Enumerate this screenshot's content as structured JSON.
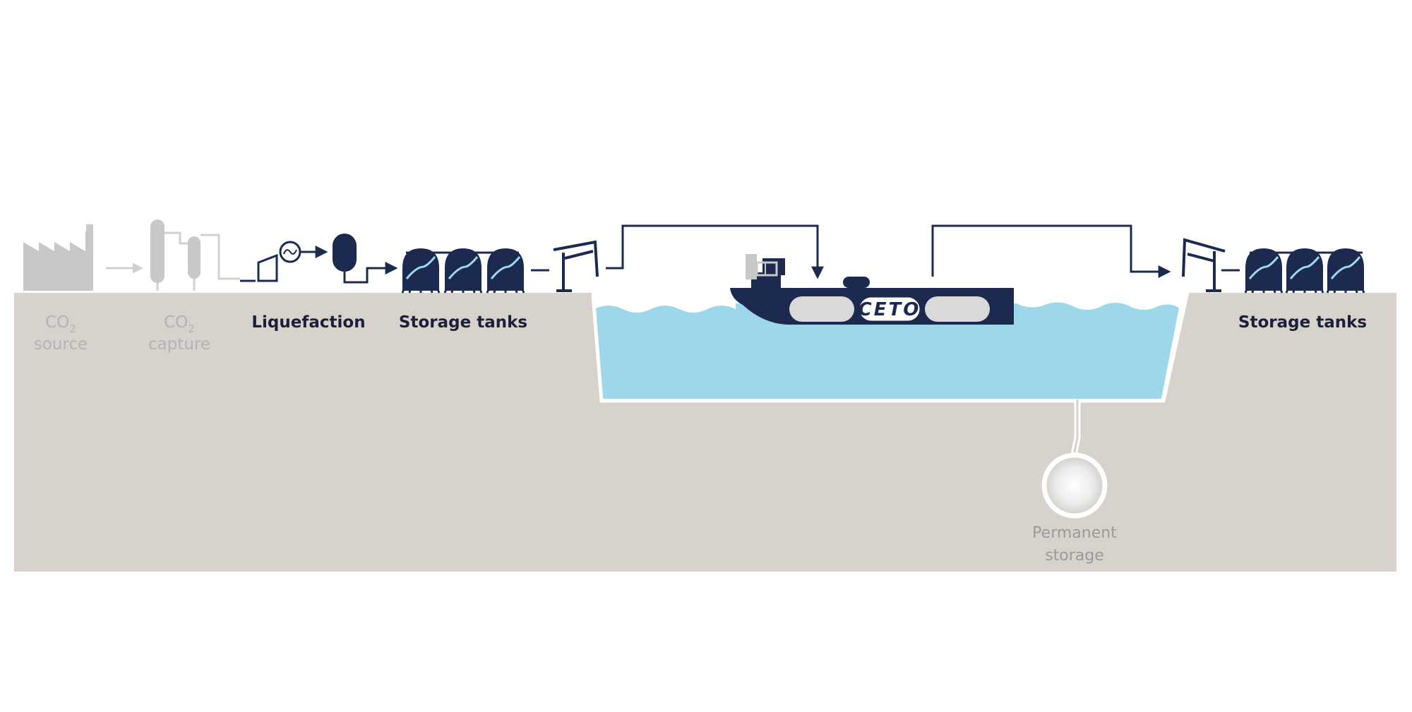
{
  "labels": {
    "co2_source": {
      "line1": "CO",
      "sub": "2",
      "line2": "source"
    },
    "co2_capture": {
      "line1": "CO",
      "sub": "2",
      "line2": "capture"
    },
    "liquefaction": "Liquefaction",
    "storage_tanks_left": "Storage tanks",
    "storage_tanks_right": "Storage tanks",
    "permanent_storage": {
      "line1": "Permanent",
      "line2": "storage"
    }
  },
  "ship": {
    "name": "CETO"
  },
  "colors": {
    "ground": "#d7d3cc",
    "water": "#9ed7ea",
    "navy": "#1c2a4f",
    "muted": "#c8c8c8",
    "ground_outline": "#ffffff"
  }
}
